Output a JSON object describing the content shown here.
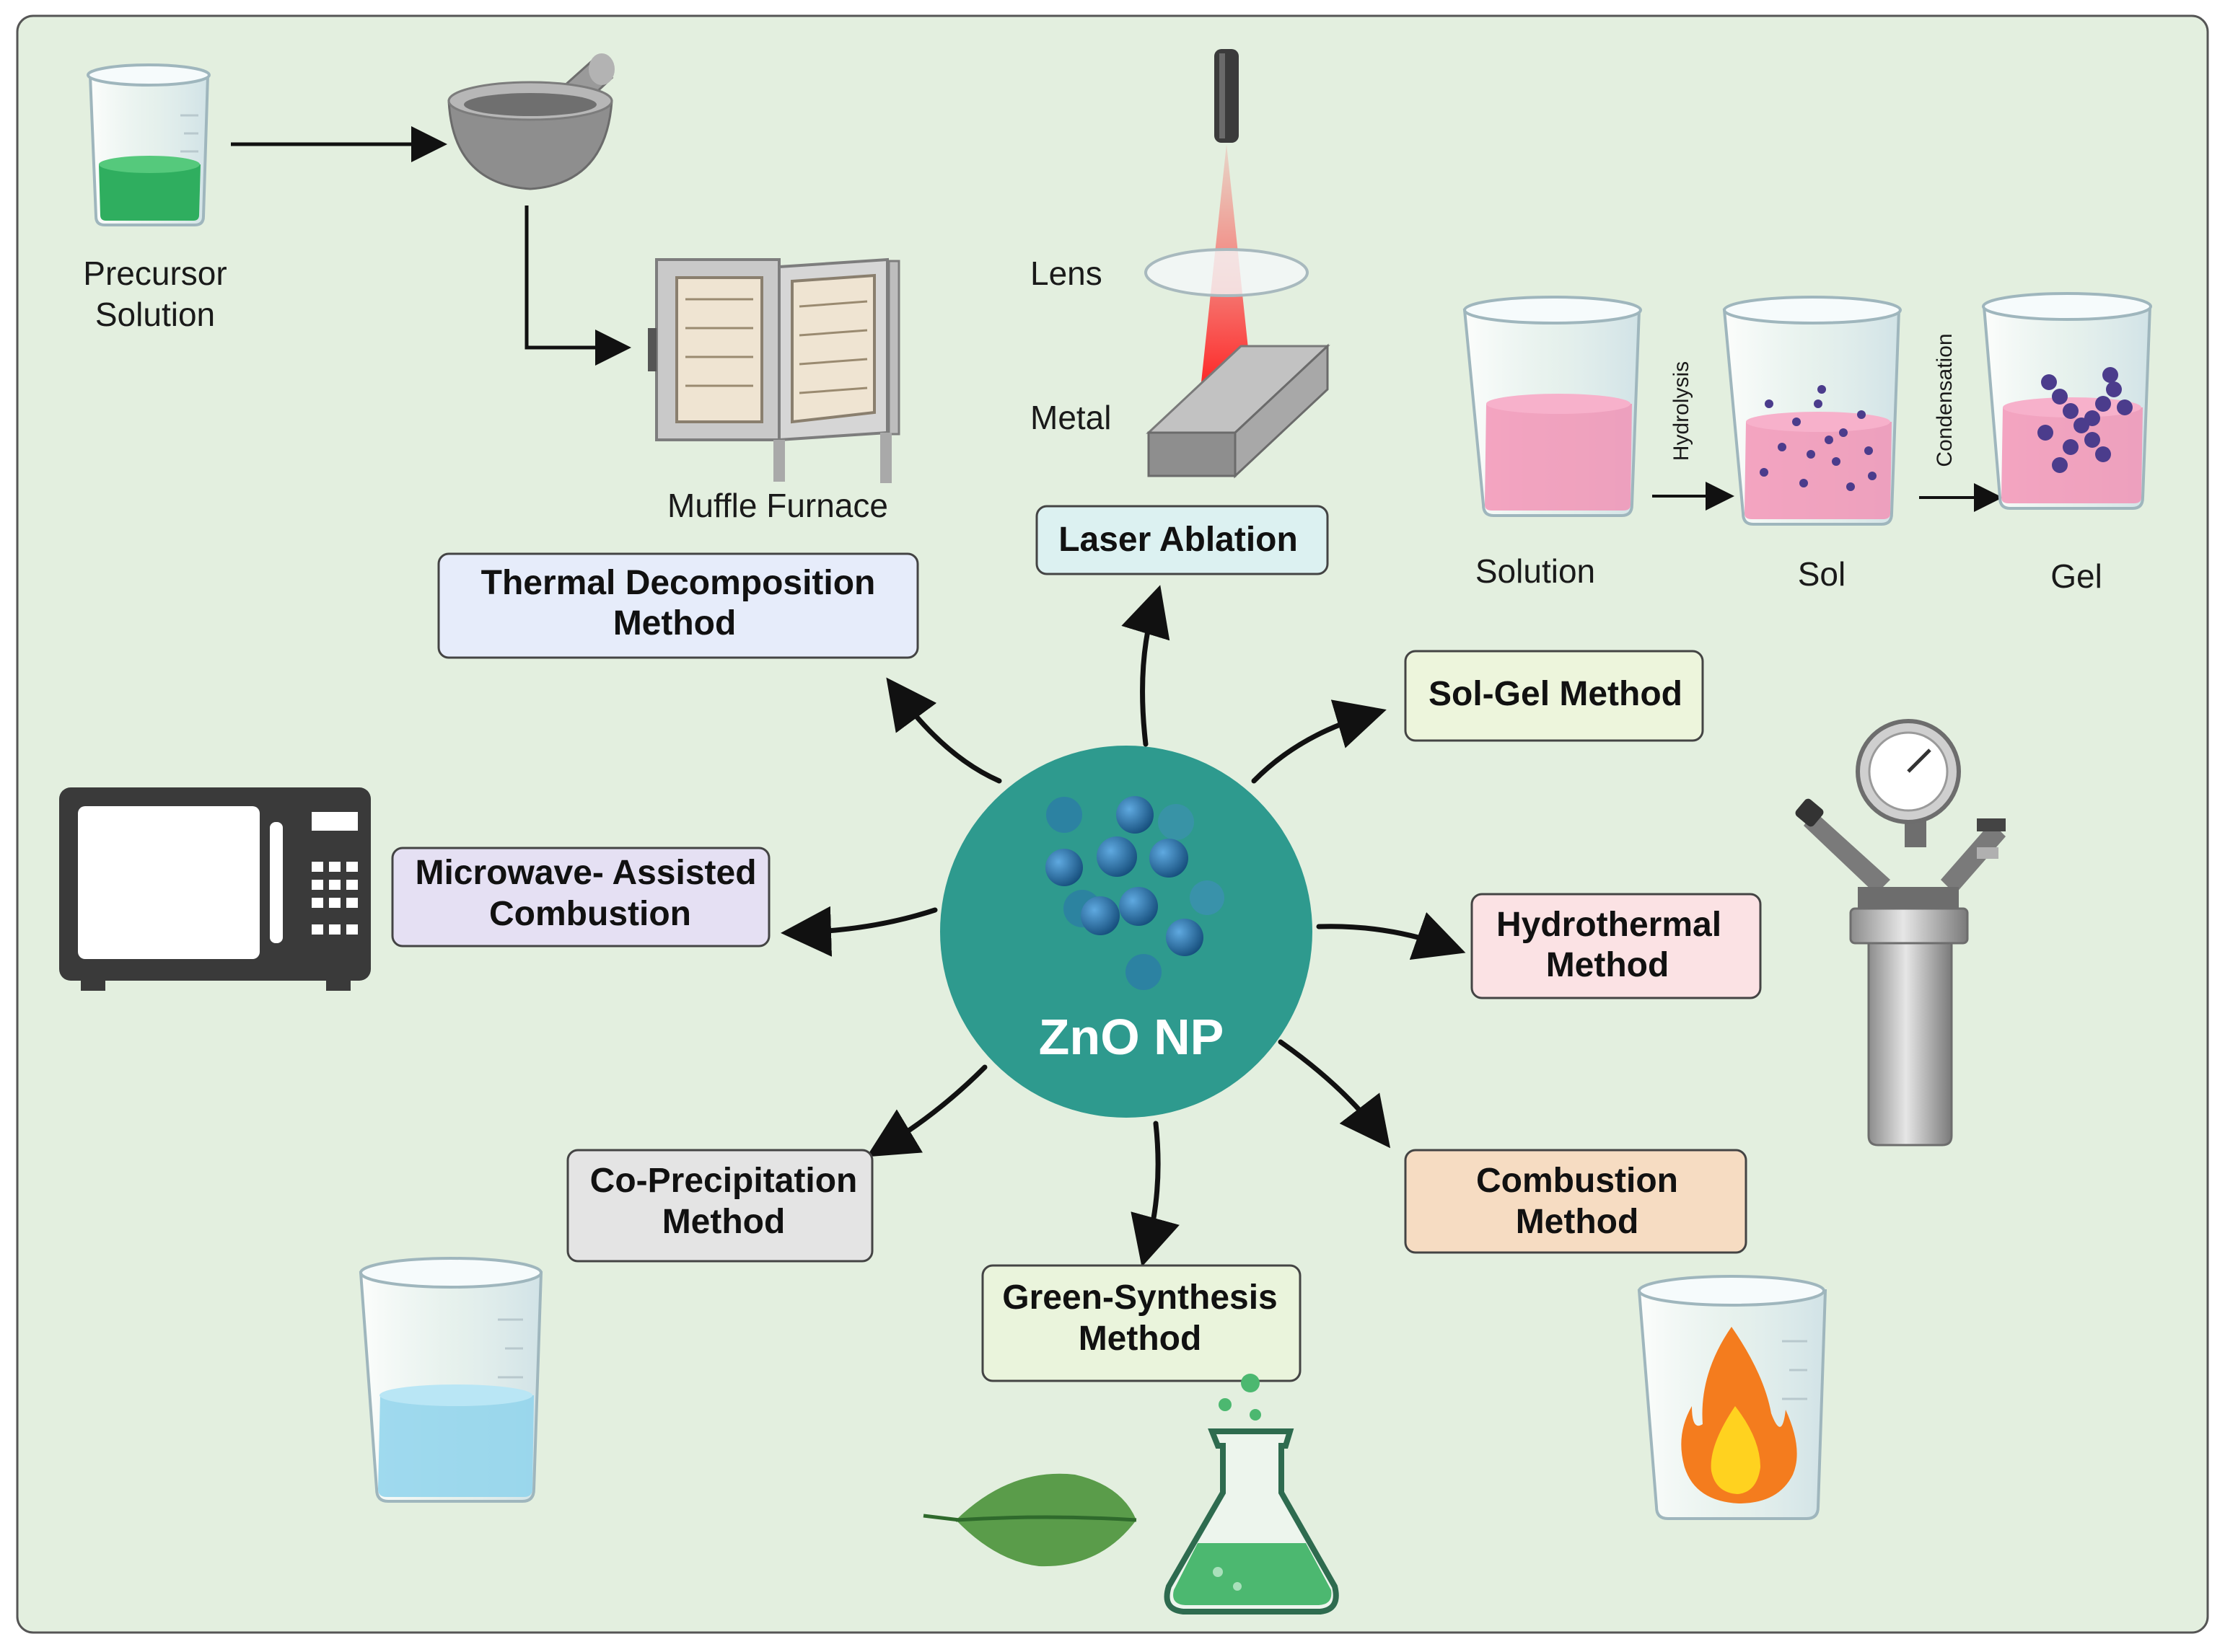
{
  "center": {
    "label": "ZnO NP"
  },
  "methods": {
    "thermal": {
      "line1": "Thermal Decomposition",
      "line2": "Method",
      "fill": "#e6ecfa"
    },
    "laser": {
      "line1": "Laser Ablation",
      "fill": "#dcf1f1"
    },
    "solgel": {
      "line1": "Sol-Gel Method",
      "fill": "#edf5dc"
    },
    "microwave": {
      "line1": "Microwave- Assisted",
      "line2": "Combustion",
      "fill": "#e5e0f3"
    },
    "hydrothermal": {
      "line1": "Hydrothermal",
      "line2": "Method",
      "fill": "#fbe2e4"
    },
    "coprecip": {
      "line1": "Co-Precipitation",
      "line2": "Method",
      "fill": "#e4e4e4"
    },
    "green": {
      "line1": "Green-Synthesis",
      "line2": "Method",
      "fill": "#eaf4dc"
    },
    "combustion": {
      "line1": "Combustion",
      "line2": "Method",
      "fill": "#f6dcc2"
    }
  },
  "labels": {
    "precursor_line1": "Precursor",
    "precursor_line2": "Solution",
    "muffle": "Muffle Furnace",
    "lens": "Lens",
    "metal": "Metal",
    "solution": "Solution",
    "sol": "Sol",
    "gel": "Gel",
    "hydrolysis": "Hydrolysis",
    "condensation": "Condensation"
  },
  "colors": {
    "background": "#e3efdf",
    "center": "#2e9a8e",
    "particle": "#1f6fa8",
    "liquid_green": "#2fae5f",
    "liquid_pink": "#f28fb3",
    "liquid_blue": "#8fd3ec",
    "laser_red": "#ff2a2a",
    "flame_orange": "#f47c1e",
    "flame_yellow": "#ffd21f"
  },
  "icons": [
    "beaker-icon",
    "mortar-pestle-icon",
    "muffle-furnace-icon",
    "laser-icon",
    "lens-icon",
    "metal-block-icon",
    "microwave-icon",
    "autoclave-icon",
    "flask-icon",
    "leaf-icon",
    "flame-icon"
  ]
}
